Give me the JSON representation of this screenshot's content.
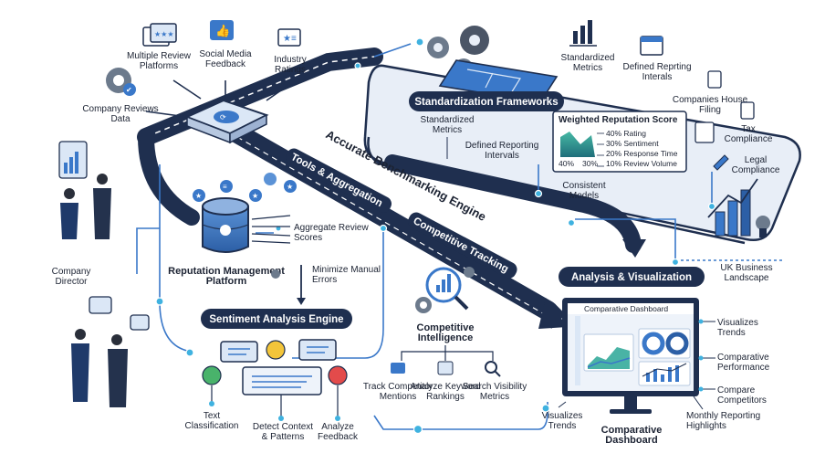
{
  "sources": {
    "multiple_review_platforms": "Multiple Review Platforms",
    "social_media_feedback": "Social Media Feedback",
    "industry_ratings": "Industry Ratings",
    "company_reviews_data": "Company Reviews Data"
  },
  "persons": {
    "company_director": "Company Director"
  },
  "platform": {
    "title": "Reputation Management Platform",
    "aggregate": "Aggregate Review Scores",
    "minimize": "Minimize Manual Errors"
  },
  "roads": {
    "tools_aggregation": "Tools & Aggregation",
    "competitive_tracking": "Competitive Tracking",
    "engine_title": "Accurate Benchmarking Engine"
  },
  "sentiment": {
    "title": "Sentiment Analysis Engine",
    "text_classification": "Text Classification",
    "detect_context": "Detect Context & Patterns",
    "analyze_feedback": "Analyze Feedback"
  },
  "competitive": {
    "title": "Competitive Intelligence",
    "track": "Track Competitor Mentions",
    "keyword": "Analyze Keyword Rankings",
    "search": "Search Visibility Metrics"
  },
  "standardization": {
    "title": "Standardization Frameworks",
    "metrics": "Standardized Metrics",
    "intervals": "Defined Reporting Intervals",
    "models": "Consistent Models",
    "weighted": {
      "title": "Weighted Reputation Score",
      "items": [
        "40% Rating",
        "30% Sentiment",
        "20% Response Time",
        "10% Review Volume"
      ],
      "axis": [
        "40%",
        "30%"
      ]
    }
  },
  "right_top": {
    "standardized_metrics": "Standardized Metrics",
    "defined_intervals": "Defined Reprting Interals",
    "companies_house": "Companies House Filing",
    "tax": "Tax Compliance",
    "legal": "Legal Compliance",
    "uk": "UK Business Landscape"
  },
  "analysis": {
    "title": "Analysis & Visualization",
    "dashboard_header": "Comparative Dashboard",
    "visualizes_trends_r": "Visualizes Trends",
    "comparative_performance": "Comparative Performance",
    "compare_competitors": "Compare Competitors",
    "monthly": "Monthly Reporting Highlights",
    "visualizes_trends_l": "Visualizes Trends",
    "dashboard_title": "Comparative Dashboard"
  },
  "colors": {
    "navy": "#1f2f4f",
    "blue": "#3a78c9",
    "light_blue": "#dbe7f6",
    "cyan": "#3fb2e0",
    "green": "#49b36b",
    "teal": "#2f8f8a",
    "yellow": "#f3c53a",
    "red": "#e34b4b"
  }
}
